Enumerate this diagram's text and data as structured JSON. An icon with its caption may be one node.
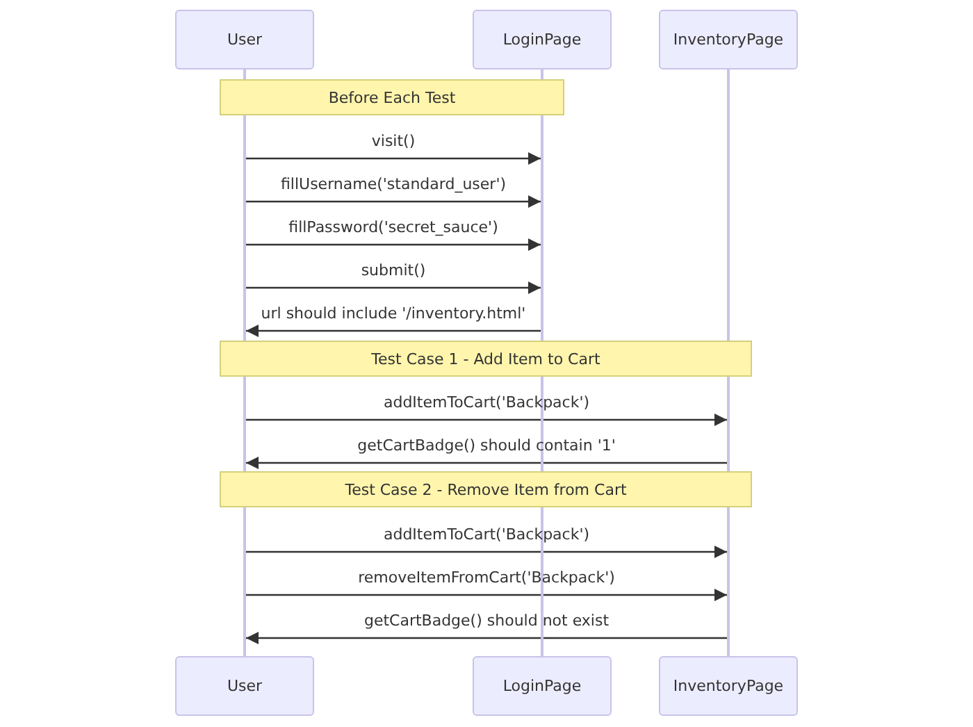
{
  "diagram": {
    "nodes": [
      {
        "text": [
          "User"
        ]
      },
      {
        "text": [
          "LoginPage"
        ]
      },
      {
        "text": [
          "InventoryPage"
        ]
      },
      {
        "text": [],
        "shape": "line"
      },
      {
        "text": [],
        "shape": "line"
      },
      {
        "text": [],
        "shape": "line"
      },
      {
        "text": [
          "Before Each Test"
        ]
      },
      {
        "text": [
          "Test Case 1 - Add Item to Cart"
        ]
      },
      {
        "text": [
          "Test Case 2 - Remove Item from Cart"
        ]
      },
      {
        "text": [
          "User"
        ]
      },
      {
        "text": [
          "LoginPage"
        ]
      },
      {
        "text": [
          "InventoryPage"
        ]
      }
    ],
    "edges": [
      {
        "from": 3,
        "to": 4,
        "arrow": "to",
        "label": "visit()"
      },
      {
        "from": 3,
        "to": 4,
        "arrow": "to",
        "label": "fillUsername('standard_user')"
      },
      {
        "from": 3,
        "to": 4,
        "arrow": "to",
        "label": "fillPassword('secret_sauce')"
      },
      {
        "from": 3,
        "to": 4,
        "arrow": "to",
        "label": "submit()"
      },
      {
        "from": 4,
        "to": 3,
        "arrow": "to",
        "label": "url should include '/inventory.html'"
      },
      {
        "from": 3,
        "to": 5,
        "arrow": "to",
        "label": "addItemToCart('Backpack')"
      },
      {
        "from": 5,
        "to": 3,
        "arrow": "to",
        "label": "getCartBadge() should contain '1'"
      },
      {
        "from": 3,
        "to": 5,
        "arrow": "to",
        "label": "addItemToCart('Backpack')"
      },
      {
        "from": 3,
        "to": 5,
        "arrow": "to",
        "label": "removeItemFromCart('Backpack')"
      },
      {
        "from": 5,
        "to": 3,
        "arrow": "to",
        "label": "getCartBadge() should not exist"
      }
    ]
  }
}
